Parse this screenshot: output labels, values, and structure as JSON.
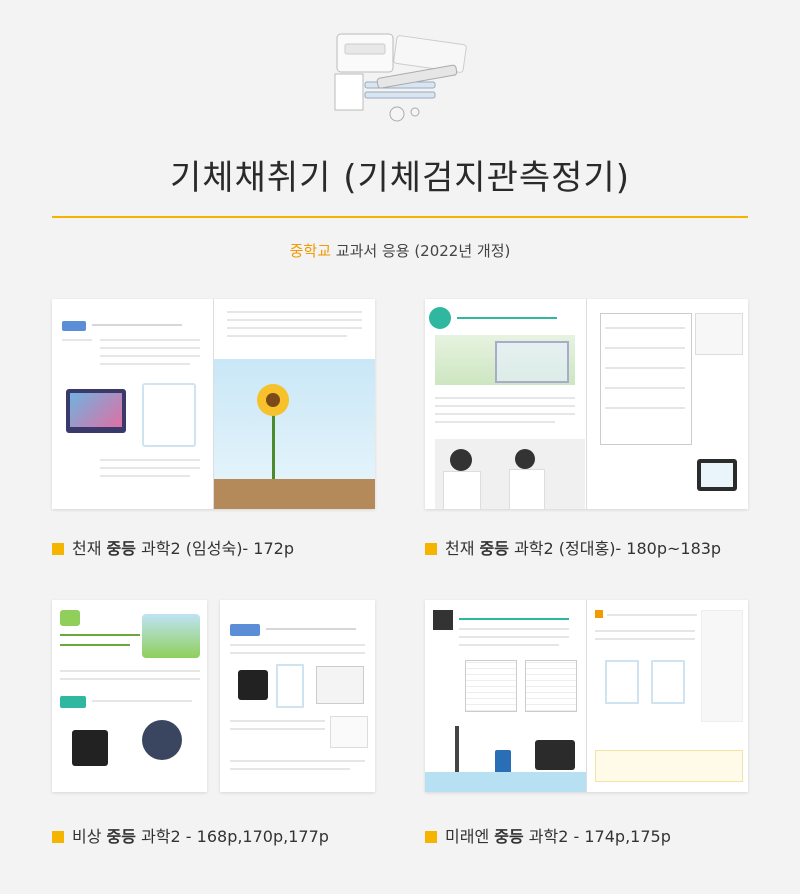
{
  "header": {
    "title": "기체채취기 (기체검지관측정기)",
    "subtitle_highlight": "중학교",
    "subtitle_rest": " 교과서 응용   (2022년 개정)"
  },
  "books": [
    {
      "publisher": "천재",
      "level": "중등",
      "rest": " 과학2 (임성숙)- 172p"
    },
    {
      "publisher": "천재",
      "level": "중등",
      "rest": " 과학2 (정대홍)- 180p~183p"
    },
    {
      "publisher": "비상",
      "level": "중등",
      "rest": " 과학2 - 168p,170p,177p"
    },
    {
      "publisher": "미래엔",
      "level": "중등",
      "rest": " 과학2  -  174p,175p"
    }
  ],
  "colors": {
    "accent": "#f5b400",
    "subtitle_highlight": "#f29a00",
    "background": "#f3f3f3"
  }
}
